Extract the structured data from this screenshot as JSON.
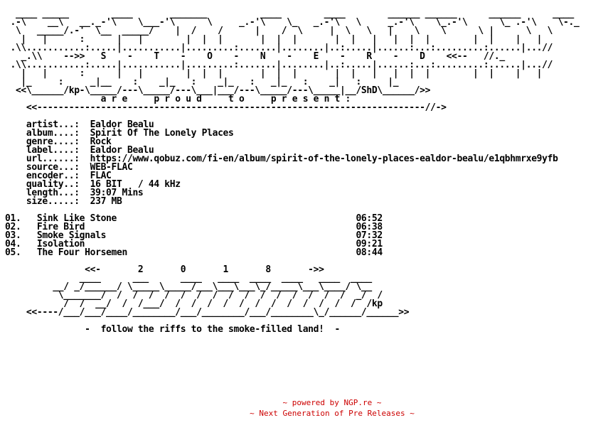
{
  "nfo": {
    "art_header": "  ____ _____        ____       _______          ____        ____        ______ ______      ______      ____\n .-\\    __\\   __._-'\\    \\___-'\\      \\     _.-'\\    \\_   _.-'\\   \\     _.-'\\    \\_.-'\\      \\_ .-'\\    \\-._\n  \\   _____/.-'  \\__  _____/    |  /    /      |    /  \\     |  \\   \\   |    \\    \\      \\ |      \\   \\\n   |   |      :      |   |        |  |  |       |  |  |       |  |   |   |  |  |        |  |    |   |\n .\\\\...........:.....|...........|.........:.......|........|..:.....|......:...:.........:......|...//\n   _.\\\\    -->>   S    -    T    -    O    -    N    -    E    -    R    -    D    <<--   //._\n .\\\\...........:.....|...........|.........:.......|........|..:.....|......:...:.........:......|...//\n   |   |      :      |   |        |  |  |       |  |  |       |  |   |   |  |  |        |  |    |   |\n   |_     :     _|__    :    _|_   :    _|_   :   _|_   :    _|   :     |_\n  <<\\______/kp-\\_____/---\\_____/---\\___|___/---\\_____/---\\_____|__/ShD\\______/>>",
    "presents_line": "                  a r e     p r o u d     t o     p r e s e n t :",
    "presents_rule": "    <<-------------------------------------------------------------------------//->",
    "blank_a": "",
    "info_block": "    artist...:  Ealdor Bealu\n    album....:  Spirit Of The Lonely Places\n    genre....:  Rock\n    label....:  Ealdor Bealu\n    url......:  https://www.qobuz.com/fi-en/album/spirit-of-the-lonely-places-ealdor-bealu/e1qbhmrxe9yfb\n    source...:  WEB-FLAC\n    encoder..:  FLAC\n    quality..:  16 BIT   / 44 kHz\n    length...:  39:07 Mins\n    size.....:  237 MB",
    "blank_b": "",
    "tracklist": "01.   Sink Like Stone                                             06:52\n02.   Fire Bird                                                   06:38\n03.   Smoke Signals                                               07:32\n04.   Isolation                                                   09:21\n05.   The Four Horsemen                                           08:44",
    "blank_c": "",
    "year_line": "               <<-       2       0       1       8       ->>",
    "art_footer": "              ____      ___      ____   ____  ____  ____   ____  ____\n         __/ _/______/ \\_____\\_____/___\\___\\___\\_/_____\\___\\____/ \\__\n          \\_______/  /  /  /  /  /  /  /  /  /  /  /  /  /  /  /  _/  /\n           /  /  __/  /  /___/  /  /  /  /  /  /  /  /  /  /  /  /  /kp\n    <<----/___/___/____/________/___/________/___/________\\_/______/______>>",
    "blank_d": "",
    "tagline": "               -  follow the riffs to the smoke-filled land!  -"
  },
  "footer": {
    "line1": "~ powered by NGP.re ~",
    "line2": "~ Next Generation of Pre Releases ~"
  }
}
